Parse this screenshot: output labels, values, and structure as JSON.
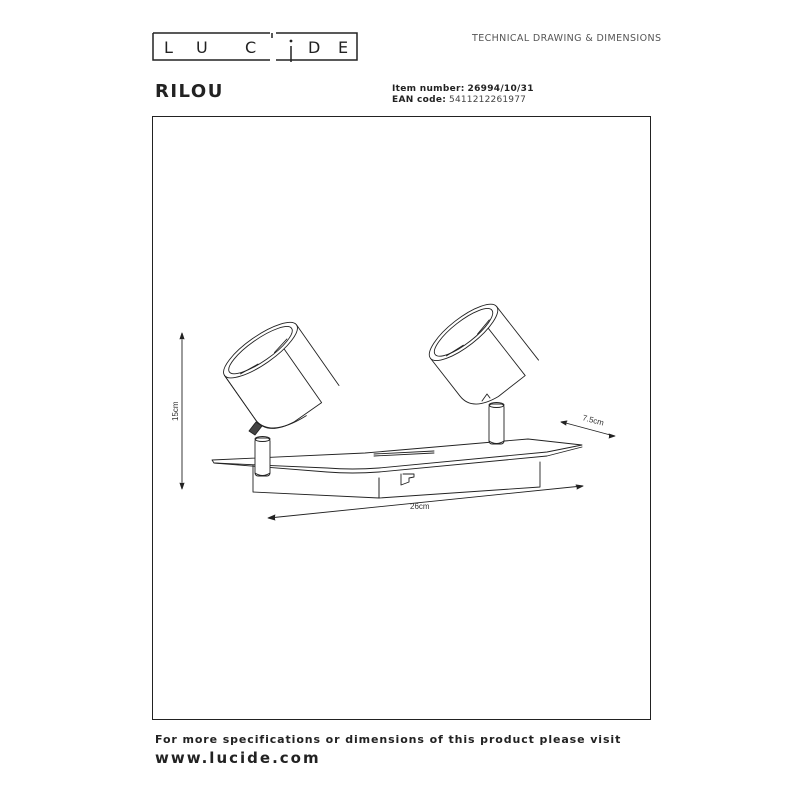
{
  "header": {
    "brand": "LUCIDE",
    "brand_letters": [
      "L",
      "U",
      "C",
      "I",
      "D",
      "E"
    ],
    "document_type": "TECHNICAL DRAWING & DIMENSIONS"
  },
  "product": {
    "name": "RILOU",
    "item_number_label": "Item number:",
    "item_number": "26994/10/31",
    "ean_label": "EAN code:",
    "ean": "5411212261977"
  },
  "drawing": {
    "description": "Twin adjustable ceiling spotlight on rectangular base plate",
    "dimensions": {
      "height": "15cm",
      "length": "26cm",
      "depth": "7.5cm"
    }
  },
  "footer": {
    "text": "For more specifications or dimensions of this product please visit",
    "url": "www.lucide.com"
  },
  "colors": {
    "line": "#222222",
    "text": "#1a1a1a",
    "muted": "#555555",
    "background": "#ffffff"
  }
}
